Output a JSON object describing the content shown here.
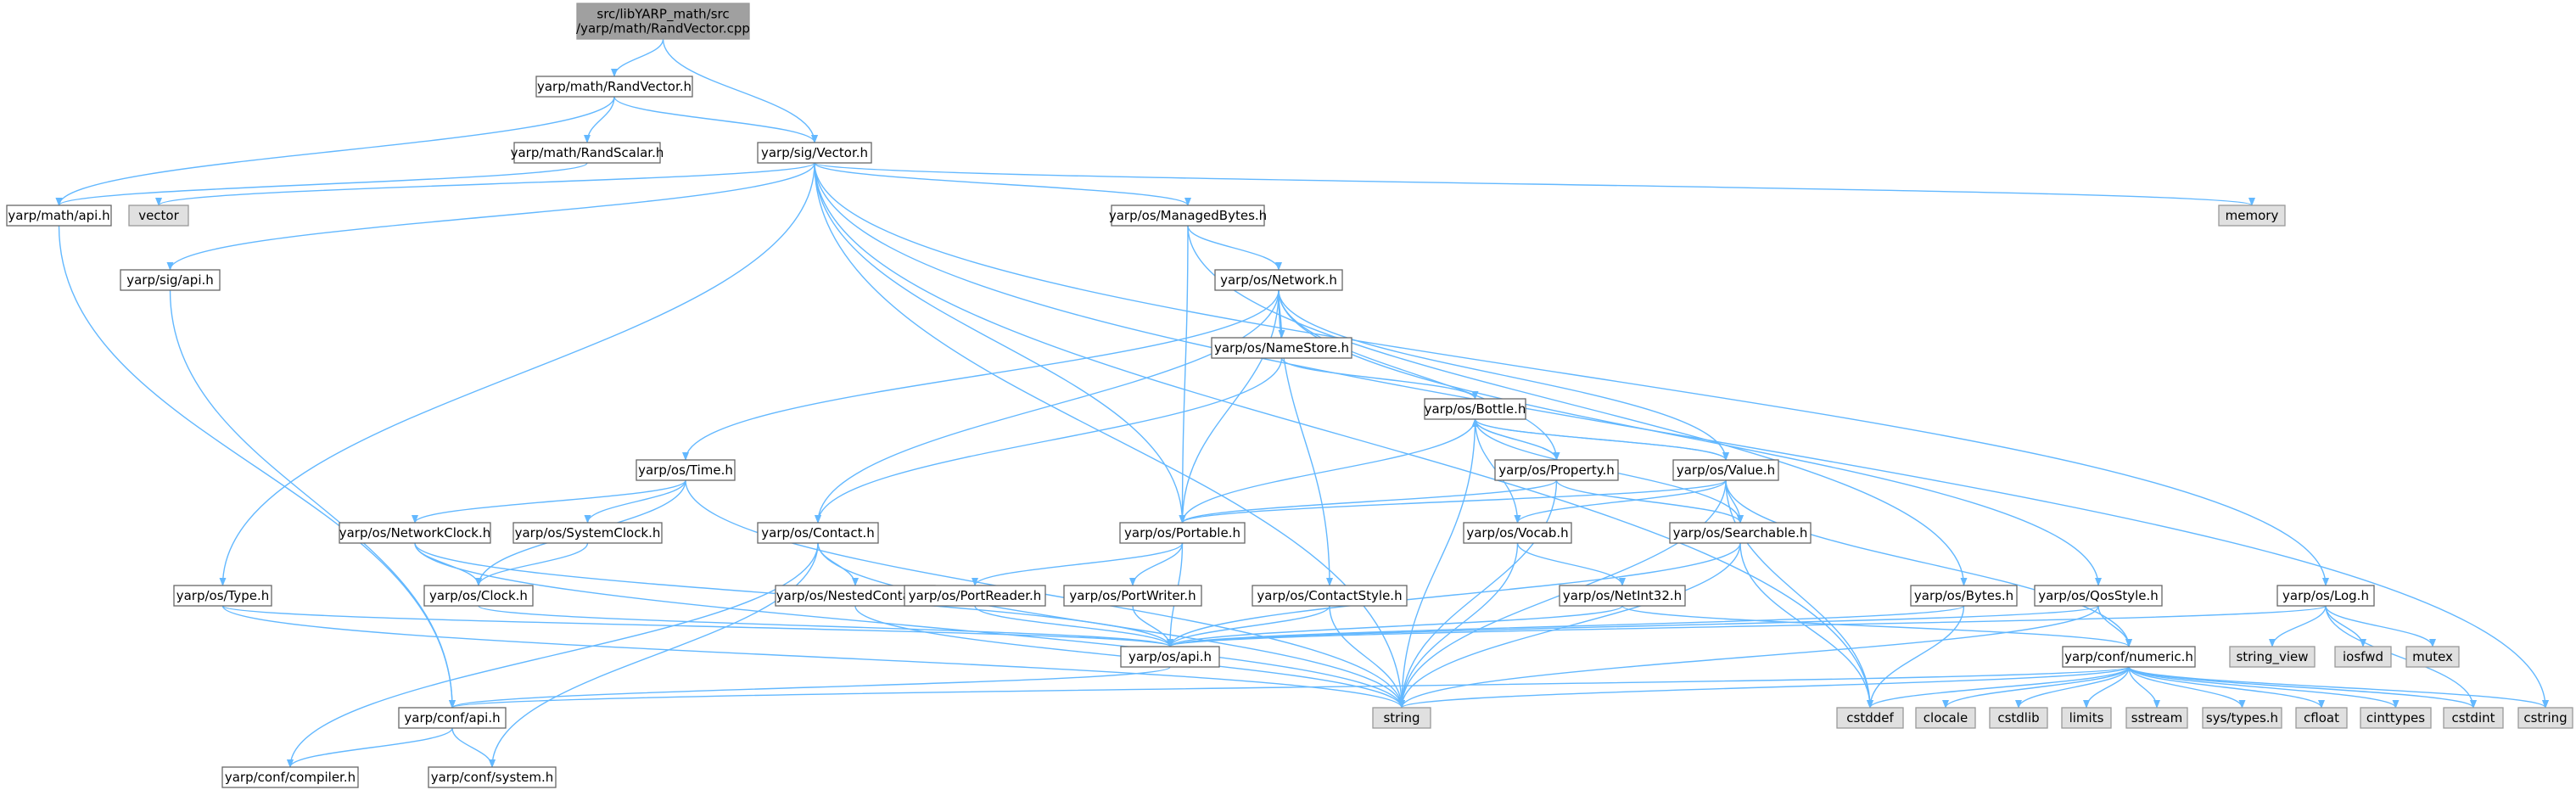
{
  "colors": {
    "edge": "#63b8ff",
    "node_border": "#666666",
    "root_fill": "#a0a0a0",
    "root_border": "#999999",
    "external_fill": "#e0e0e0",
    "external_border": "#999999",
    "node_fill": "#ffffff"
  },
  "nodes": [
    {
      "id": "root",
      "kind": "root",
      "lines": [
        "src/libYARP_math/src",
        "/yarp/math/RandVector.cpp"
      ]
    },
    {
      "id": "randvector_h",
      "kind": "normal",
      "lines": [
        "yarp/math/RandVector.h"
      ]
    },
    {
      "id": "randscalar_h",
      "kind": "normal",
      "lines": [
        "yarp/math/RandScalar.h"
      ]
    },
    {
      "id": "sig_vector_h",
      "kind": "normal",
      "lines": [
        "yarp/sig/Vector.h"
      ]
    },
    {
      "id": "math_api_h",
      "kind": "normal",
      "lines": [
        "yarp/math/api.h"
      ]
    },
    {
      "id": "vector",
      "kind": "external",
      "lines": [
        "vector"
      ]
    },
    {
      "id": "memory",
      "kind": "external",
      "lines": [
        "memory"
      ]
    },
    {
      "id": "managedbytes_h",
      "kind": "normal",
      "lines": [
        "yarp/os/ManagedBytes.h"
      ]
    },
    {
      "id": "sig_api_h",
      "kind": "normal",
      "lines": [
        "yarp/sig/api.h"
      ]
    },
    {
      "id": "network_h",
      "kind": "normal",
      "lines": [
        "yarp/os/Network.h"
      ]
    },
    {
      "id": "namestore_h",
      "kind": "normal",
      "lines": [
        "yarp/os/NameStore.h"
      ]
    },
    {
      "id": "bottle_h",
      "kind": "normal",
      "lines": [
        "yarp/os/Bottle.h"
      ]
    },
    {
      "id": "time_h",
      "kind": "normal",
      "lines": [
        "yarp/os/Time.h"
      ]
    },
    {
      "id": "property_h",
      "kind": "normal",
      "lines": [
        "yarp/os/Property.h"
      ]
    },
    {
      "id": "value_h",
      "kind": "normal",
      "lines": [
        "yarp/os/Value.h"
      ]
    },
    {
      "id": "networkclock_h",
      "kind": "normal",
      "lines": [
        "yarp/os/NetworkClock.h"
      ]
    },
    {
      "id": "systemclock_h",
      "kind": "normal",
      "lines": [
        "yarp/os/SystemClock.h"
      ]
    },
    {
      "id": "contact_h",
      "kind": "normal",
      "lines": [
        "yarp/os/Contact.h"
      ]
    },
    {
      "id": "portable_h",
      "kind": "normal",
      "lines": [
        "yarp/os/Portable.h"
      ]
    },
    {
      "id": "vocab_h",
      "kind": "normal",
      "lines": [
        "yarp/os/Vocab.h"
      ]
    },
    {
      "id": "searchable_h",
      "kind": "normal",
      "lines": [
        "yarp/os/Searchable.h"
      ]
    },
    {
      "id": "clock_h",
      "kind": "normal",
      "lines": [
        "yarp/os/Clock.h"
      ]
    },
    {
      "id": "nestedcontact_h",
      "kind": "normal",
      "lines": [
        "yarp/os/NestedContact.h"
      ]
    },
    {
      "id": "portreader_h",
      "kind": "normal",
      "lines": [
        "yarp/os/PortReader.h"
      ]
    },
    {
      "id": "portwriter_h",
      "kind": "normal",
      "lines": [
        "yarp/os/PortWriter.h"
      ]
    },
    {
      "id": "contactstyle_h",
      "kind": "normal",
      "lines": [
        "yarp/os/ContactStyle.h"
      ]
    },
    {
      "id": "netint32_h",
      "kind": "normal",
      "lines": [
        "yarp/os/NetInt32.h"
      ]
    },
    {
      "id": "bytes_h",
      "kind": "normal",
      "lines": [
        "yarp/os/Bytes.h"
      ]
    },
    {
      "id": "qosstyle_h",
      "kind": "normal",
      "lines": [
        "yarp/os/QosStyle.h"
      ]
    },
    {
      "id": "log_h",
      "kind": "normal",
      "lines": [
        "yarp/os/Log.h"
      ]
    },
    {
      "id": "type_h",
      "kind": "normal",
      "lines": [
        "yarp/os/Type.h"
      ]
    },
    {
      "id": "os_api_h",
      "kind": "normal",
      "lines": [
        "yarp/os/api.h"
      ]
    },
    {
      "id": "numeric_h",
      "kind": "normal",
      "lines": [
        "yarp/conf/numeric.h"
      ]
    },
    {
      "id": "conf_api_h",
      "kind": "normal",
      "lines": [
        "yarp/conf/api.h"
      ]
    },
    {
      "id": "string",
      "kind": "external",
      "lines": [
        "string"
      ]
    },
    {
      "id": "compiler_h",
      "kind": "normal",
      "lines": [
        "yarp/conf/compiler.h"
      ]
    },
    {
      "id": "system_h",
      "kind": "normal",
      "lines": [
        "yarp/conf/system.h"
      ]
    },
    {
      "id": "string_view",
      "kind": "external",
      "lines": [
        "string_view"
      ]
    },
    {
      "id": "iosfwd",
      "kind": "external",
      "lines": [
        "iosfwd"
      ]
    },
    {
      "id": "mutex",
      "kind": "external",
      "lines": [
        "mutex"
      ]
    },
    {
      "id": "cstddef",
      "kind": "external",
      "lines": [
        "cstddef"
      ]
    },
    {
      "id": "clocale",
      "kind": "external",
      "lines": [
        "clocale"
      ]
    },
    {
      "id": "cstdlib",
      "kind": "external",
      "lines": [
        "cstdlib"
      ]
    },
    {
      "id": "limits",
      "kind": "external",
      "lines": [
        "limits"
      ]
    },
    {
      "id": "sstream",
      "kind": "external",
      "lines": [
        "sstream"
      ]
    },
    {
      "id": "systypes_h",
      "kind": "external",
      "lines": [
        "sys/types.h"
      ]
    },
    {
      "id": "cfloat",
      "kind": "external",
      "lines": [
        "cfloat"
      ]
    },
    {
      "id": "cinttypes",
      "kind": "external",
      "lines": [
        "cinttypes"
      ]
    },
    {
      "id": "cstdint",
      "kind": "external",
      "lines": [
        "cstdint"
      ]
    },
    {
      "id": "cstring",
      "kind": "external",
      "lines": [
        "cstring"
      ]
    }
  ],
  "edges": [
    {
      "from": "root",
      "to": "randvector_h"
    },
    {
      "from": "root",
      "to": "sig_vector_h"
    },
    {
      "from": "randvector_h",
      "to": "math_api_h"
    },
    {
      "from": "randvector_h",
      "to": "randscalar_h"
    },
    {
      "from": "randvector_h",
      "to": "sig_vector_h"
    },
    {
      "from": "randscalar_h",
      "to": "math_api_h"
    },
    {
      "from": "math_api_h",
      "to": "conf_api_h"
    },
    {
      "from": "sig_vector_h",
      "to": "vector"
    },
    {
      "from": "sig_vector_h",
      "to": "sig_api_h"
    },
    {
      "from": "sig_vector_h",
      "to": "type_h"
    },
    {
      "from": "sig_vector_h",
      "to": "string"
    },
    {
      "from": "sig_vector_h",
      "to": "portable_h"
    },
    {
      "from": "sig_vector_h",
      "to": "managedbytes_h"
    },
    {
      "from": "sig_vector_h",
      "to": "cstddef"
    },
    {
      "from": "sig_vector_h",
      "to": "memory"
    },
    {
      "from": "sig_vector_h",
      "to": "log_h"
    },
    {
      "from": "sig_vector_h",
      "to": "cstring"
    },
    {
      "from": "sig_api_h",
      "to": "conf_api_h"
    },
    {
      "from": "managedbytes_h",
      "to": "network_h"
    },
    {
      "from": "managedbytes_h",
      "to": "portable_h"
    },
    {
      "from": "managedbytes_h",
      "to": "bytes_h"
    },
    {
      "from": "network_h",
      "to": "namestore_h"
    },
    {
      "from": "network_h",
      "to": "time_h"
    },
    {
      "from": "network_h",
      "to": "contact_h"
    },
    {
      "from": "network_h",
      "to": "portable_h"
    },
    {
      "from": "network_h",
      "to": "contactstyle_h"
    },
    {
      "from": "network_h",
      "to": "property_h"
    },
    {
      "from": "network_h",
      "to": "value_h"
    },
    {
      "from": "network_h",
      "to": "qosstyle_h"
    },
    {
      "from": "namestore_h",
      "to": "contact_h"
    },
    {
      "from": "namestore_h",
      "to": "bottle_h"
    },
    {
      "from": "bottle_h",
      "to": "portable_h"
    },
    {
      "from": "bottle_h",
      "to": "property_h"
    },
    {
      "from": "bottle_h",
      "to": "vocab_h"
    },
    {
      "from": "bottle_h",
      "to": "value_h"
    },
    {
      "from": "bottle_h",
      "to": "searchable_h"
    },
    {
      "from": "bottle_h",
      "to": "string"
    },
    {
      "from": "property_h",
      "to": "bottle_h"
    },
    {
      "from": "property_h",
      "to": "portable_h"
    },
    {
      "from": "property_h",
      "to": "searchable_h"
    },
    {
      "from": "property_h",
      "to": "string"
    },
    {
      "from": "value_h",
      "to": "bottle_h"
    },
    {
      "from": "value_h",
      "to": "portable_h"
    },
    {
      "from": "value_h",
      "to": "vocab_h"
    },
    {
      "from": "value_h",
      "to": "searchable_h"
    },
    {
      "from": "value_h",
      "to": "numeric_h"
    },
    {
      "from": "value_h",
      "to": "string"
    },
    {
      "from": "value_h",
      "to": "cstddef"
    },
    {
      "from": "time_h",
      "to": "networkclock_h"
    },
    {
      "from": "time_h",
      "to": "systemclock_h"
    },
    {
      "from": "time_h",
      "to": "clock_h"
    },
    {
      "from": "time_h",
      "to": "string"
    },
    {
      "from": "networkclock_h",
      "to": "clock_h"
    },
    {
      "from": "networkclock_h",
      "to": "os_api_h"
    },
    {
      "from": "networkclock_h",
      "to": "string"
    },
    {
      "from": "systemclock_h",
      "to": "clock_h"
    },
    {
      "from": "clock_h",
      "to": "os_api_h"
    },
    {
      "from": "contact_h",
      "to": "nestedcontact_h"
    },
    {
      "from": "contact_h",
      "to": "compiler_h"
    },
    {
      "from": "contact_h",
      "to": "system_h"
    },
    {
      "from": "contact_h",
      "to": "string"
    },
    {
      "from": "nestedcontact_h",
      "to": "string"
    },
    {
      "from": "portable_h",
      "to": "portreader_h"
    },
    {
      "from": "portable_h",
      "to": "portwriter_h"
    },
    {
      "from": "portable_h",
      "to": "os_api_h"
    },
    {
      "from": "portreader_h",
      "to": "os_api_h"
    },
    {
      "from": "portwriter_h",
      "to": "os_api_h"
    },
    {
      "from": "contactstyle_h",
      "to": "os_api_h"
    },
    {
      "from": "contactstyle_h",
      "to": "string"
    },
    {
      "from": "vocab_h",
      "to": "netint32_h"
    },
    {
      "from": "vocab_h",
      "to": "string"
    },
    {
      "from": "netint32_h",
      "to": "os_api_h"
    },
    {
      "from": "netint32_h",
      "to": "numeric_h"
    },
    {
      "from": "searchable_h",
      "to": "os_api_h"
    },
    {
      "from": "searchable_h",
      "to": "string"
    },
    {
      "from": "searchable_h",
      "to": "cstddef"
    },
    {
      "from": "bytes_h",
      "to": "os_api_h"
    },
    {
      "from": "bytes_h",
      "to": "cstddef"
    },
    {
      "from": "qosstyle_h",
      "to": "os_api_h"
    },
    {
      "from": "qosstyle_h",
      "to": "numeric_h"
    },
    {
      "from": "qosstyle_h",
      "to": "string"
    },
    {
      "from": "log_h",
      "to": "os_api_h"
    },
    {
      "from": "log_h",
      "to": "string_view"
    },
    {
      "from": "log_h",
      "to": "iosfwd"
    },
    {
      "from": "log_h",
      "to": "mutex"
    },
    {
      "from": "log_h",
      "to": "cstdint"
    },
    {
      "from": "type_h",
      "to": "os_api_h"
    },
    {
      "from": "type_h",
      "to": "string"
    },
    {
      "from": "os_api_h",
      "to": "conf_api_h"
    },
    {
      "from": "conf_api_h",
      "to": "compiler_h"
    },
    {
      "from": "conf_api_h",
      "to": "system_h"
    },
    {
      "from": "numeric_h",
      "to": "conf_api_h"
    },
    {
      "from": "numeric_h",
      "to": "string"
    },
    {
      "from": "numeric_h",
      "to": "cstddef"
    },
    {
      "from": "numeric_h",
      "to": "clocale"
    },
    {
      "from": "numeric_h",
      "to": "cstdlib"
    },
    {
      "from": "numeric_h",
      "to": "limits"
    },
    {
      "from": "numeric_h",
      "to": "sstream"
    },
    {
      "from": "numeric_h",
      "to": "systypes_h"
    },
    {
      "from": "numeric_h",
      "to": "cfloat"
    },
    {
      "from": "numeric_h",
      "to": "cinttypes"
    },
    {
      "from": "numeric_h",
      "to": "cstdint"
    },
    {
      "from": "numeric_h",
      "to": "cstring"
    }
  ]
}
